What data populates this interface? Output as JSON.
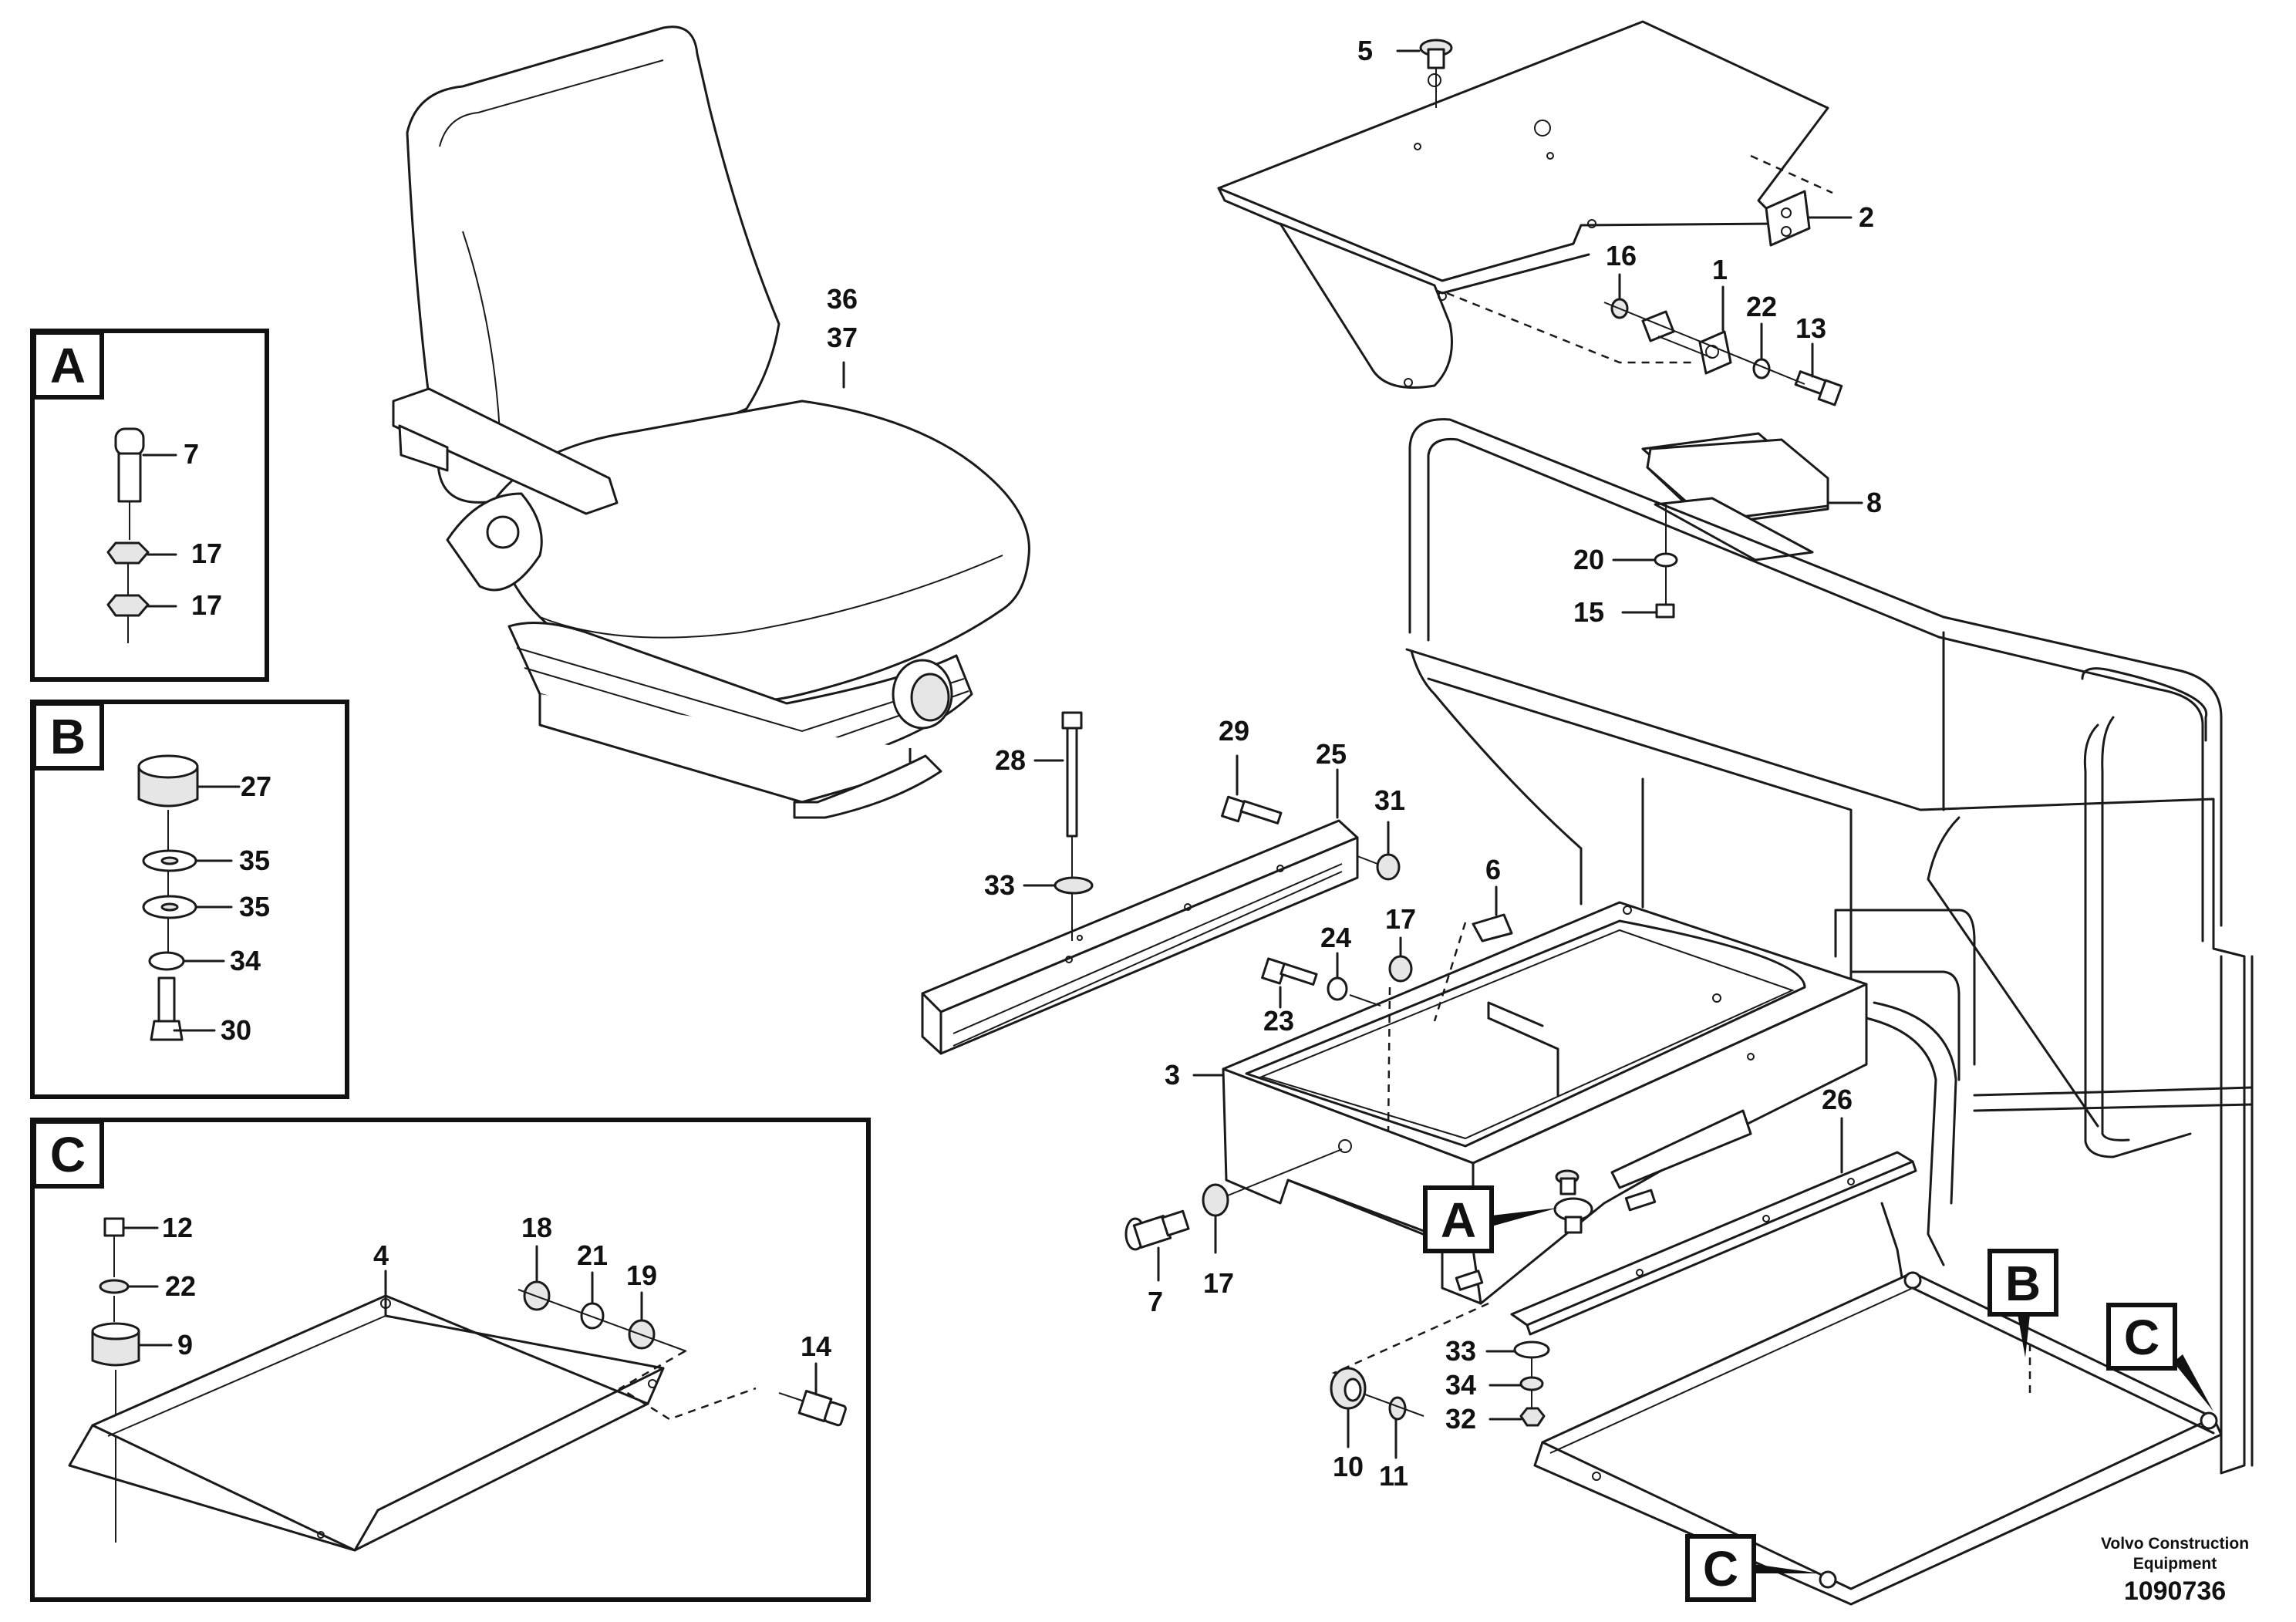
{
  "inset_letters": [
    "A",
    "B",
    "C"
  ],
  "callout_letters": [
    "A",
    "B",
    "C",
    "C"
  ],
  "labels": {
    "seat": [
      "36",
      "37"
    ],
    "insetA": [
      "7",
      "17",
      "17"
    ],
    "insetB": [
      "27",
      "35",
      "35",
      "34",
      "30"
    ],
    "insetC": [
      "12",
      "22",
      "9",
      "4",
      "18",
      "21",
      "19",
      "14"
    ],
    "plate": [
      "5",
      "2",
      "16",
      "1",
      "22",
      "13"
    ],
    "armrest": [
      "8",
      "20",
      "15"
    ],
    "rail": [
      "28",
      "29",
      "25",
      "31",
      "33"
    ],
    "box": [
      "6",
      "17",
      "24",
      "23",
      "3",
      "26",
      "7",
      "17"
    ],
    "tray": [
      "33",
      "34",
      "32",
      "10",
      "11"
    ]
  },
  "footer": {
    "company_line1": "Volvo Construction",
    "company_line2": "Equipment",
    "doc_number": "1090736"
  }
}
